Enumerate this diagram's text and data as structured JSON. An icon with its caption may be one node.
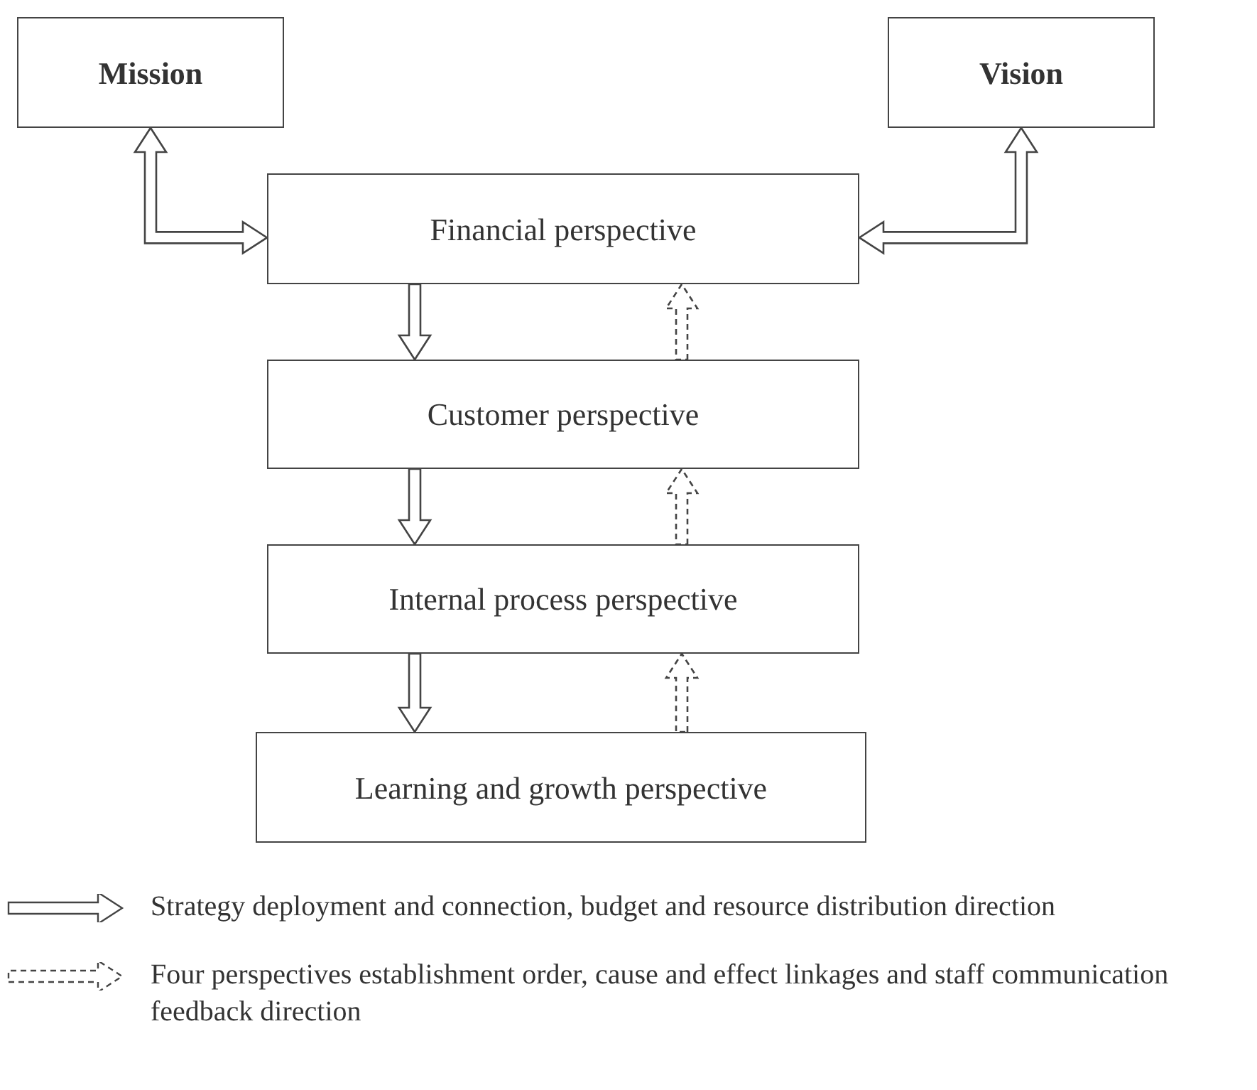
{
  "diagram": {
    "nodes": [
      {
        "text": [
          "Mission"
        ]
      },
      {
        "text": [
          "Vision"
        ]
      },
      {
        "text": [
          "Financial perspective"
        ]
      },
      {
        "text": [
          "Customer perspective"
        ]
      },
      {
        "text": [
          "Internal process perspective"
        ]
      },
      {
        "text": [
          "Learning and growth perspective"
        ]
      }
    ],
    "edges": [
      {
        "from": 0,
        "to": 2,
        "arrow": "both"
      },
      {
        "from": 1,
        "to": 2,
        "arrow": "both"
      },
      {
        "from": 2,
        "to": 3,
        "arrow": "to"
      },
      {
        "from": 3,
        "to": 2,
        "arrow": "to",
        "style": "dashed"
      },
      {
        "from": 3,
        "to": 4,
        "arrow": "to"
      },
      {
        "from": 4,
        "to": 3,
        "arrow": "to",
        "style": "dashed"
      },
      {
        "from": 4,
        "to": 5,
        "arrow": "to"
      },
      {
        "from": 5,
        "to": 4,
        "arrow": "to",
        "style": "dashed"
      }
    ],
    "legend": [
      {
        "text": "Strategy deployment and connection, budget and resource distribution direction"
      },
      {
        "text": "Four perspectives establishment order, cause and effect linkages and staff communication feedback direction"
      }
    ]
  }
}
